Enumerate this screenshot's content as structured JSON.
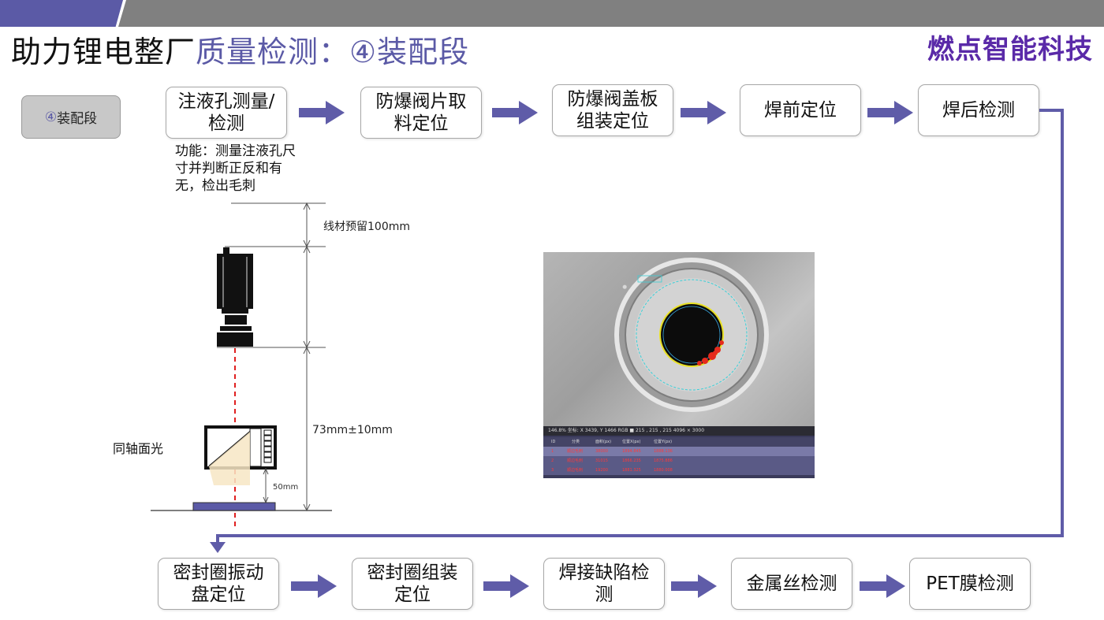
{
  "header": {
    "title_part1": "助力锂电整厂",
    "title_part2": "质量检测：④装配段",
    "brand": "燃点智能科技",
    "accent_color": "#5b5aa6",
    "brand_color": "#5a2aa8",
    "bar_color": "#808080"
  },
  "stage_badge": {
    "circled": "④",
    "label": "装配段"
  },
  "top_flow": [
    "注液孔测量/检测",
    "防爆阀片取料定位",
    "防爆阀盖板组装定位",
    "焊前定位",
    "焊后检测"
  ],
  "bottom_flow": [
    "密封圈振动盘定位",
    "密封圈组装定位",
    "焊接缺陷检测",
    "金属丝检测",
    "PET膜检测"
  ],
  "function_note": "功能：测量注液孔尺寸并判断正反和有无，检出毛刺",
  "setup_diagram": {
    "wire_reserve": "线材预留100mm",
    "working_distance": "73mm±10mm",
    "light_distance": "50mm",
    "light_name": "同轴面光"
  },
  "inspection_image": {
    "status_text": "146.8%  坐标: X 3439, Y 1466          RGB ■ 215 , 215 , 215    4096 × 3000",
    "table_headers": [
      "ID",
      "分类",
      "面积(px)",
      "位置X(px)",
      "位置Y(px)"
    ],
    "table_rows": [
      [
        "1",
        "顺边毛刺",
        "38000",
        "1894.845",
        "1888.136"
      ],
      [
        "2",
        "顺边毛刺",
        "31015",
        "1866.235",
        "1875.886"
      ],
      [
        "3",
        "顺边毛刺",
        "19200",
        "1881.325",
        "1880.008"
      ]
    ]
  }
}
